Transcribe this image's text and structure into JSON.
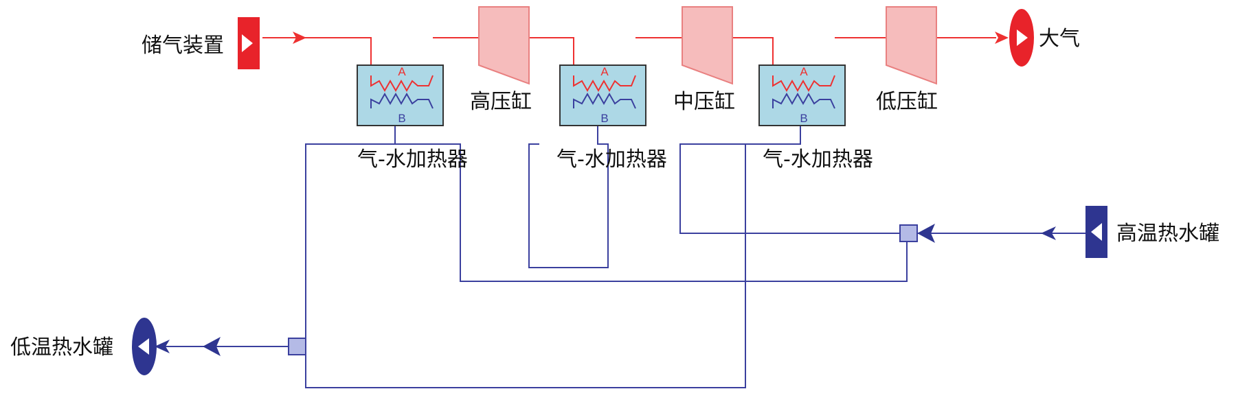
{
  "labels": {
    "air_source": "储气装置",
    "air_sink": "大气",
    "hot_tank": "高温热水罐",
    "cold_tank": "低温热水罐",
    "turbine_hp": "高压缸",
    "turbine_ip": "中压缸",
    "turbine_lp": "低压缸",
    "heater": "气-水加热器",
    "side_a": "A",
    "side_b": "B"
  },
  "colors": {
    "air_line": "#ee3030",
    "water_line": "#3a3f9e",
    "heater_fill": "#add8e6",
    "turbine_fill": "#f6bcbc",
    "mixer_fill": "#b4bae6",
    "source_fill": "#e8232a",
    "tank_fill": "#2e3590"
  }
}
